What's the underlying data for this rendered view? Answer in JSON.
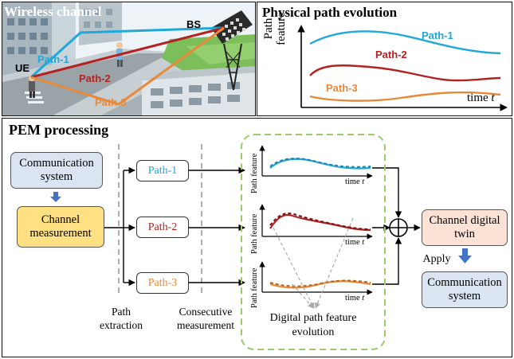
{
  "top_left": {
    "title": "Wireless channel",
    "bs_label": "BS",
    "ue_label": "UE",
    "path1": "Path-1",
    "path2": "Path-2",
    "path3": "Path-3"
  },
  "top_right": {
    "title": "Physical path evolution",
    "ylabel_line1": "Path",
    "ylabel_line2": "feature",
    "xlabel": "time",
    "xvar": "t",
    "path1": "Path-1",
    "path2": "Path-2",
    "path3": "Path-3"
  },
  "pem": {
    "title": "PEM processing",
    "comm_system": "Communication system",
    "channel_measurement": "Channel measurement",
    "path1": "Path-1",
    "path2": "Path-2",
    "path3": "Path-3",
    "path_extraction": "Path extraction",
    "consecutive_measurement": "Consecutive measurement",
    "mini_ylabel": "Path feature",
    "mini_xlabel": "time",
    "mini_xvar": "t",
    "digital_evolution": "Digital path feature evolution",
    "channel_digital_twin": "Channel digital twin",
    "apply": "Apply",
    "comm_system_out": "Communication system",
    "sum_symbol": "+"
  },
  "colors": {
    "path1": "#20a8d8",
    "path2": "#b22222",
    "path3": "#e8893a",
    "blue_box": "#dbe5f1",
    "yellow_box": "#ffe083",
    "pink_box": "#fbe2d5",
    "dashed_green": "#9acb6b",
    "arrow_blue": "#4472c4"
  }
}
